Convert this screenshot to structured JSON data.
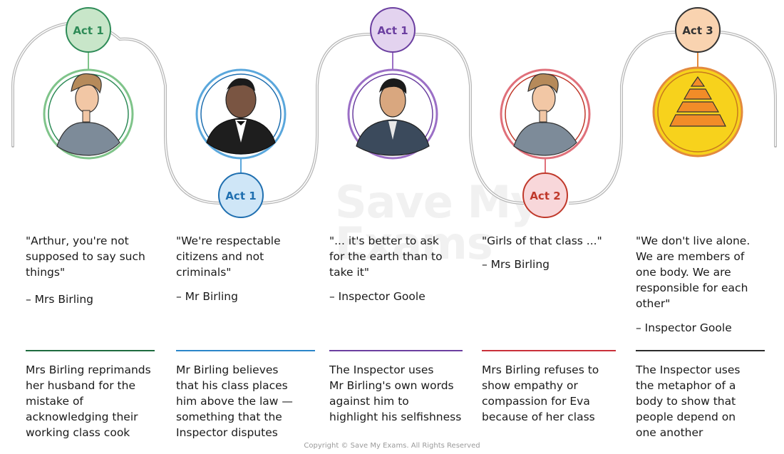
{
  "acts": [
    {
      "label": "Act 1",
      "color": "#2e8b57",
      "fill": "#c8e6c9",
      "ring": "#7fc48a",
      "character": "Mrs Birling"
    },
    {
      "label": "Act 1",
      "color": "#1f6fb0",
      "fill": "#cfe6f7",
      "ring": "#5aa7dc",
      "character": "Mr Birling"
    },
    {
      "label": "Act 1",
      "color": "#6b3fa0",
      "fill": "#e3d3ef",
      "ring": "#9b6fc6",
      "character": "Inspector Goole"
    },
    {
      "label": "Act 2",
      "color": "#c0392b",
      "fill": "#f8d7da",
      "ring": "#e0707a",
      "character": "Mrs Birling"
    },
    {
      "label": "Act 3",
      "color": "#333333",
      "fill": "#f9d3b0",
      "ring": "#e38a3e",
      "character": "Hierarchy pyramid"
    }
  ],
  "columns": [
    {
      "quote": "\"Arthur, you're not\nsupposed to say such\nthings\"",
      "speaker": "– Mrs Birling",
      "rule_color": "#1e6b3f",
      "note": "Mrs Birling reprimands\nher husband for the\nmistake of\nacknowledging their\nworking class cook"
    },
    {
      "quote": "\"We're respectable\ncitizens and not\ncriminals\"",
      "speaker": "– Mr Birling",
      "rule_color": "#2a86c9",
      "note": "Mr Birling believes\nthat his class places\nhim above the law —\nsomething that the\nInspector disputes"
    },
    {
      "quote": "\"... it's better to ask\nfor the earth than to\ntake it\"",
      "speaker": "– Inspector Goole",
      "rule_color": "#6b3fa0",
      "note": "The Inspector uses\nMr Birling's own words\nagainst him to\nhighlight his selfishness"
    },
    {
      "quote": "\"Girls of that class ...\"",
      "speaker": "– Mrs Birling",
      "rule_color": "#c9303a",
      "note": "Mrs Birling refuses to\nshow empathy or\ncompassion for Eva\nbecause of her class"
    },
    {
      "quote": "\"We don't live alone.\nWe are members of\none body. We are\nresponsible for each\nother\"",
      "speaker": "– Inspector Goole",
      "rule_color": "#2b2b2b",
      "note": "The Inspector uses\nthe metaphor of a\nbody to show that\npeople depend on\none another"
    }
  ],
  "watermark": "Save My\nExams",
  "copyright": "Copyright © Save My Exams. All Rights Reserved"
}
